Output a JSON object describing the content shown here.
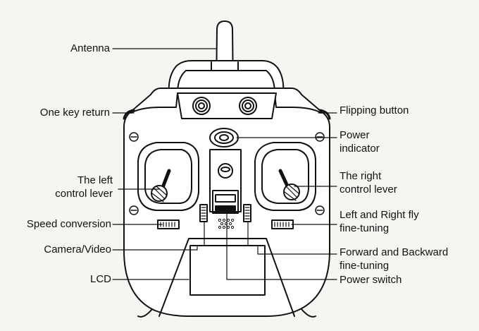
{
  "labels": {
    "antenna": "Antenna",
    "one_key_return": "One key return",
    "left_lever_line1": "The left",
    "left_lever_line2": "control lever",
    "speed_conversion": "Speed conversion",
    "camera_video": "Camera/Video",
    "lcd": "LCD",
    "flipping_button": "Flipping button",
    "power_indicator_line1": "Power",
    "power_indicator_line2": "indicator",
    "right_lever_line1": "The right",
    "right_lever_line2": "control lever",
    "lr_fine_line1": "Left and Right fly",
    "lr_fine_line2": "fine-tuning",
    "fb_fine_line1": "Forward and Backward",
    "fb_fine_line2": "fine-tuning",
    "power_switch": "Power switch"
  },
  "colors": {
    "ink": "#111111",
    "background": "#f6f5f2",
    "body_fill": "#ffffff"
  }
}
